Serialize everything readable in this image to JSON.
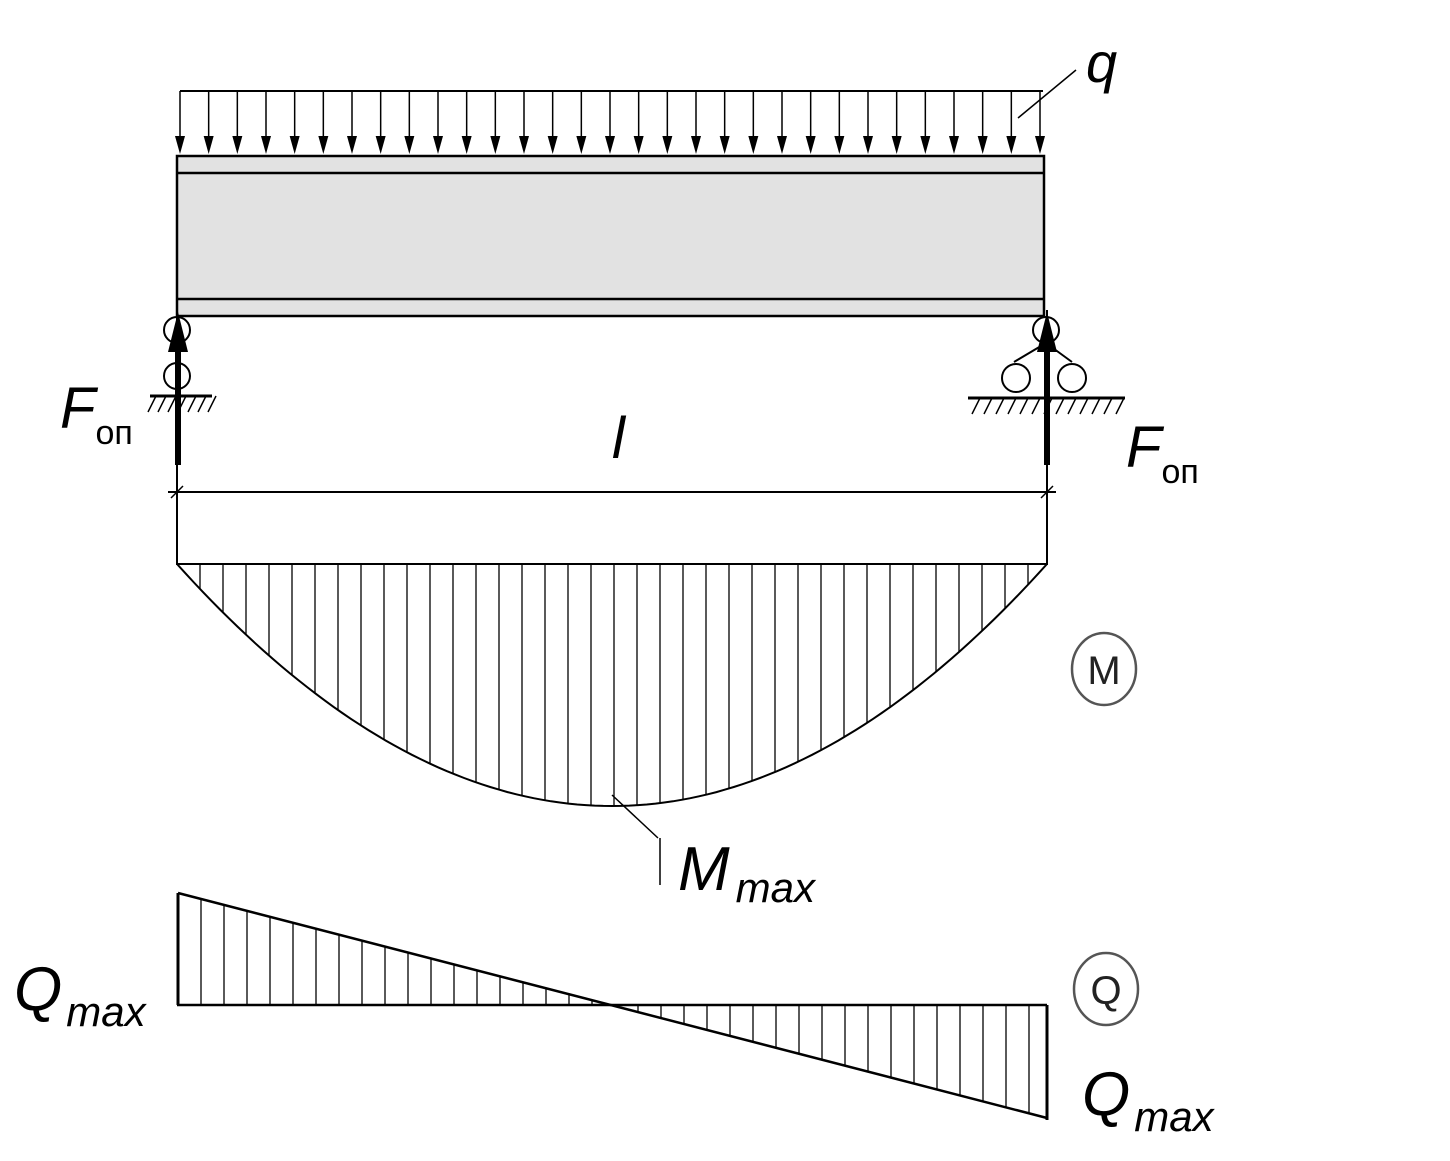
{
  "labels": {
    "load": "q",
    "support_force": "F",
    "support_force_sub": "оп",
    "span": "l",
    "moment_max": "M",
    "moment_max_sub": "max",
    "shear_max": "Q",
    "shear_max_sub": "max",
    "moment_diagram_tag": "M",
    "shear_diagram_tag": "Q"
  },
  "colors": {
    "beam_fill": "#e2e2e2",
    "line": "#000000",
    "tag_circle": "#555555"
  }
}
